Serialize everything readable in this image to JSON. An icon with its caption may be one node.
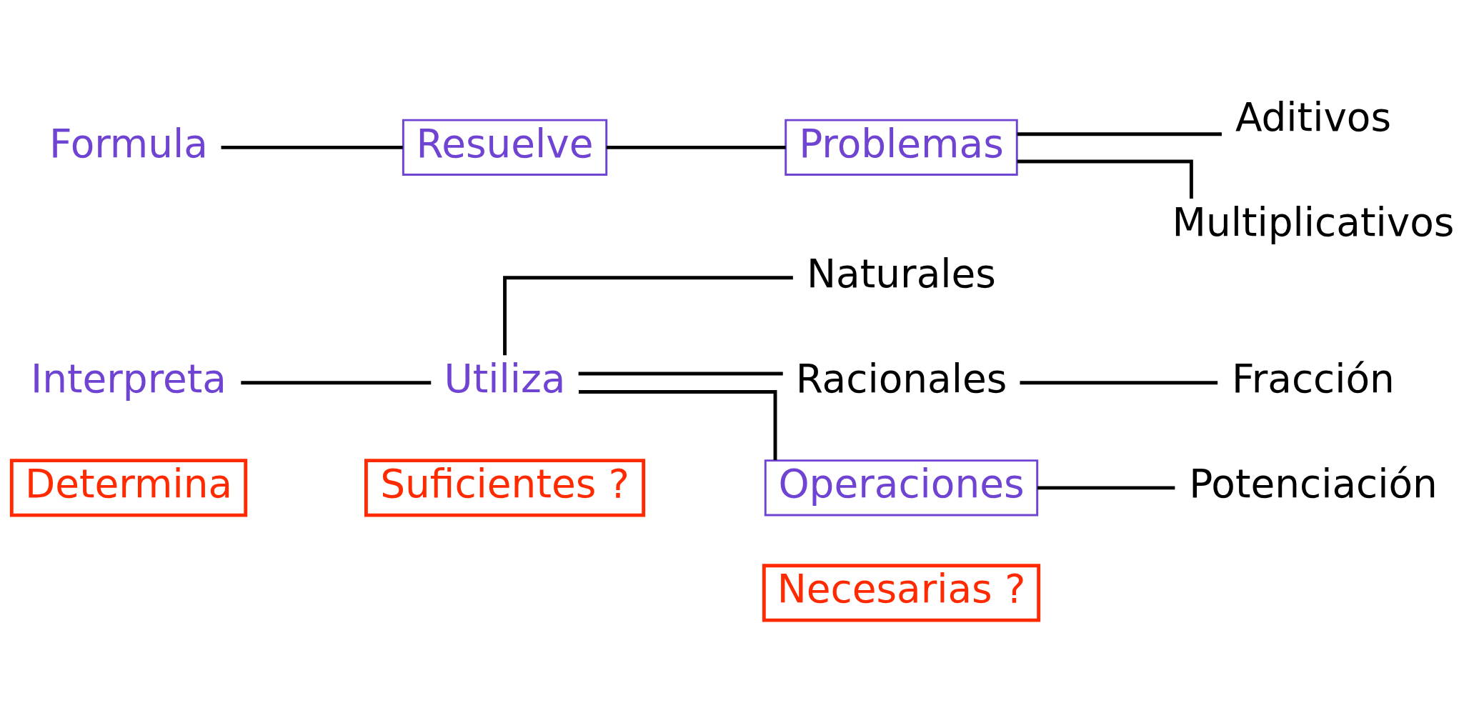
{
  "diagram": {
    "nodes": [
      {
        "text": [
          "Determina"
        ]
      },
      {
        "text": [
          "Suficientes ?"
        ]
      },
      {
        "text": [
          "Necesarias ?"
        ]
      },
      {
        "text": [
          "Interpreta"
        ]
      },
      {
        "text": [
          "Utiliza"
        ]
      },
      {
        "text": [
          "Naturales"
        ]
      },
      {
        "text": [
          "Racionales"
        ]
      },
      {
        "text": [
          "Fracción"
        ]
      },
      {
        "text": [
          "Operaciones"
        ]
      },
      {
        "text": [
          "Potenciación"
        ]
      },
      {
        "text": [
          "Formula"
        ]
      },
      {
        "text": [
          "Resuelve"
        ]
      },
      {
        "text": [
          "Problemas"
        ]
      },
      {
        "text": [
          "Aditivos"
        ]
      },
      {
        "text": [
          "Multiplicativos"
        ]
      }
    ],
    "edges": [
      {
        "from": 3,
        "to": 4,
        "arrow": "none"
      },
      {
        "from": 4,
        "to": 5,
        "arrow": "none"
      },
      {
        "from": 4,
        "to": 6,
        "arrow": "none"
      },
      {
        "from": 4,
        "to": 8,
        "arrow": "none"
      },
      {
        "from": 6,
        "to": 7,
        "arrow": "none"
      },
      {
        "from": 8,
        "to": 9,
        "arrow": "none"
      },
      {
        "from": 10,
        "to": 11,
        "arrow": "none"
      },
      {
        "from": 11,
        "to": 12,
        "arrow": "none"
      },
      {
        "from": 12,
        "to": 13,
        "arrow": "none"
      },
      {
        "from": 12,
        "to": 14,
        "arrow": "none"
      }
    ]
  }
}
